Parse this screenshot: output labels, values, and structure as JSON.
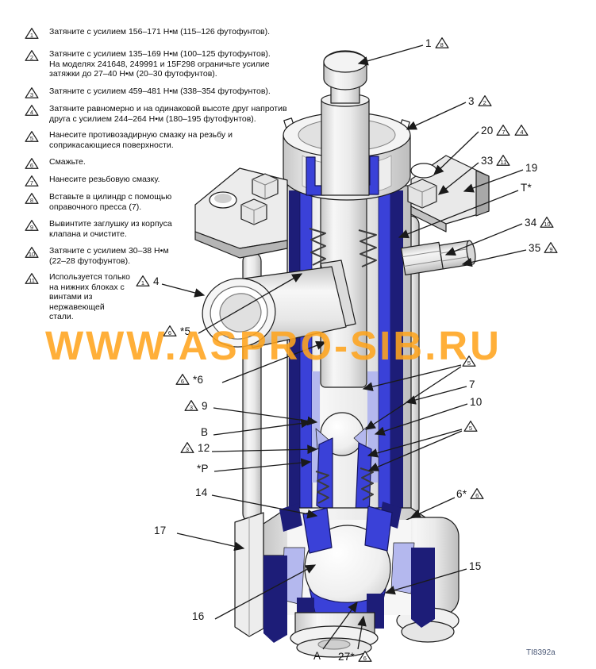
{
  "watermark": {
    "text": "WWW.ASPRO-SIB.RU",
    "color": "#FFA51E"
  },
  "figure_code": "TI8392a",
  "colors": {
    "cut_navy": "#1d1d78",
    "cut_royal": "#3a41d8",
    "cut_periwinkle": "#b4b8ee",
    "watermark_orange": "#FFA51E"
  },
  "notes": [
    {
      "num": "1",
      "text": "Затяните с усилием 156–171 Н•м (115–126 футофунтов)."
    },
    {
      "num": "2",
      "text": "Затяните с усилием 135–169 Н•м (100–125 футофунтов).\nНа моделях 241648, 249991 и 15F298 ограничьте усилие\nзатяжки до 27–40 Н•м (20–30 футофунтов)."
    },
    {
      "num": "3",
      "text": "Затяните с усилием 459–481 Н•м (338–354 футофунтов)."
    },
    {
      "num": "4",
      "text": "Затяните равномерно и на одинаковой высоте друг напротив\nдруга с усилием 244–264 Н•м (180–195 футофунтов)."
    },
    {
      "num": "5",
      "text": "Нанесите противозадирную смазку на резьбу и\nсоприкасающиеся поверхности."
    },
    {
      "num": "6",
      "text": "Смажьте."
    },
    {
      "num": "7",
      "text": "Нанесите резьбовую смазку."
    },
    {
      "num": "8",
      "text": "Вставьте в цилиндр с помощью\nоправочного пресса (7)."
    },
    {
      "num": "9",
      "text": "Вывинтите заглушку из корпуса\nклапана и очистите."
    },
    {
      "num": "10",
      "text": "Затяните с усилием 30–38 Н•м\n(22–28 футофунтов)."
    },
    {
      "num": "11",
      "text": "Используется только\nна нижних блоках с\nвинтами из\nнержавеющей\nстали."
    }
  ],
  "callouts": {
    "r1": {
      "label": "1",
      "tri1": "8"
    },
    "r2": {
      "label": "3",
      "tri1": "2"
    },
    "r3": {
      "label": "20",
      "tri1": "7",
      "tri2": "4"
    },
    "r4": {
      "label": "33",
      "tri1": "11"
    },
    "r5": {
      "label": "19"
    },
    "r6": {
      "label": "T*"
    },
    "r7": {
      "label": "34",
      "tri1": "10"
    },
    "r8": {
      "label": "35",
      "tri1": "9"
    },
    "r9": {
      "tri1": "5"
    },
    "r10": {
      "label": "7"
    },
    "r11": {
      "label": "10"
    },
    "r12": {
      "tri1": "5"
    },
    "r13": {
      "label": "6*",
      "tri1": "6"
    },
    "r14": {
      "label": "15"
    },
    "l1": {
      "tri1": "1",
      "label": "4"
    },
    "l2": {
      "tri1": "6",
      "label": "*5"
    },
    "l3": {
      "tri1": "6",
      "label": "*6"
    },
    "l4": {
      "tri1": "3",
      "label": "9"
    },
    "l5": {
      "label": "B"
    },
    "l6": {
      "tri1": "3",
      "label": "12"
    },
    "l7": {
      "label": "*P"
    },
    "l8": {
      "label": "14"
    },
    "l9": {
      "label": "17"
    },
    "l10": {
      "label": "16"
    },
    "b1": {
      "label": "A"
    },
    "b2": {
      "label": "27*",
      "tri1": "6"
    }
  }
}
